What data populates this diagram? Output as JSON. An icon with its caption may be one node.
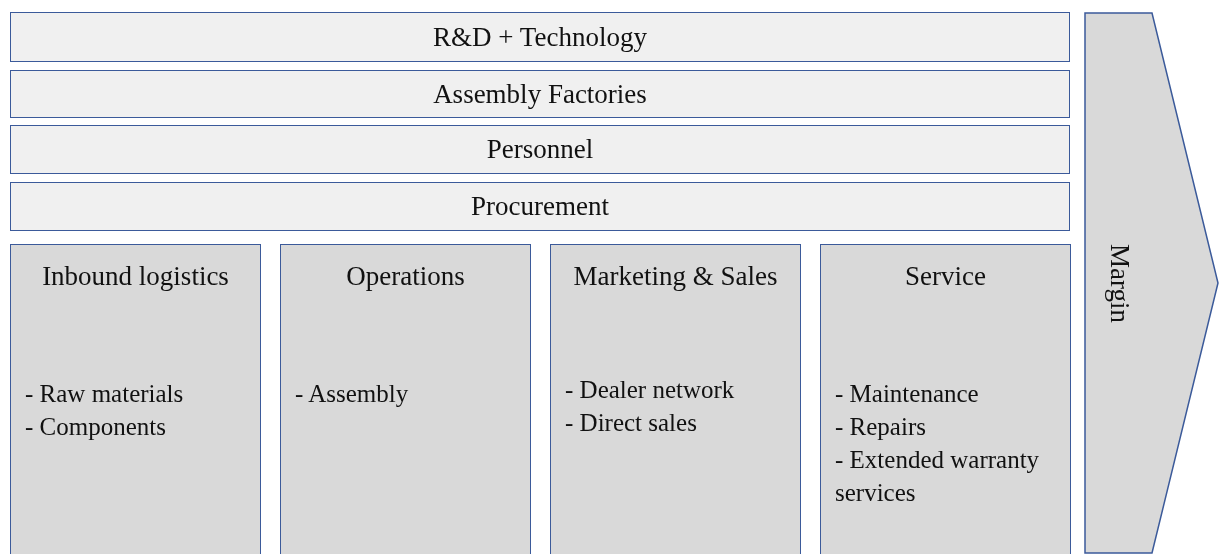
{
  "diagram": {
    "nodes": [
      {
        "text": [
          "R&D + Technology"
        ]
      },
      {
        "text": [
          "Assembly Factories"
        ]
      },
      {
        "text": [
          "Personnel"
        ]
      },
      {
        "text": [
          "Procurement"
        ]
      },
      {
        "text": [
          "Inbound logistics",
          "- Raw materials",
          "- Components"
        ]
      },
      {
        "text": [
          "Operations",
          "- Assembly"
        ]
      },
      {
        "text": [
          "Marketing & Sales",
          "- Dealer network",
          "- Direct sales"
        ]
      },
      {
        "text": [
          "Service",
          "- Maintenance",
          "- Repairs",
          "- Extended warranty services"
        ]
      },
      {
        "text": [
          "Margin"
        ]
      }
    ],
    "edges": []
  }
}
